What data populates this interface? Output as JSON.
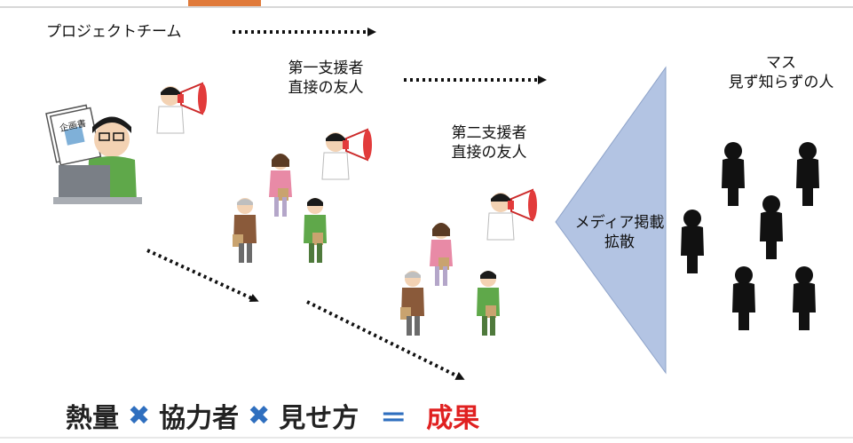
{
  "labels": {
    "project_team": "プロジェクトチーム",
    "first_supporter_line1": "第一支援者",
    "first_supporter_line2": "直接の友人",
    "second_supporter_line1": "第二支援者",
    "second_supporter_line2": "直接の友人",
    "mass_line1": "マス",
    "mass_line2": "見ず知らずの人",
    "media_line1": "メディア掲載",
    "media_line2": "拡散",
    "document_title": "企画書"
  },
  "formula": {
    "term1": "熱量",
    "op1": "✖",
    "term2": "協力者",
    "op2": "✖",
    "term3": "見せ方",
    "equals": "＝",
    "result": "成果"
  },
  "colors": {
    "accent_blue": "#2f6fbf",
    "result_red": "#e02020",
    "triangle_fill": "#b3c4e3",
    "tab_orange": "#e07a3a"
  }
}
